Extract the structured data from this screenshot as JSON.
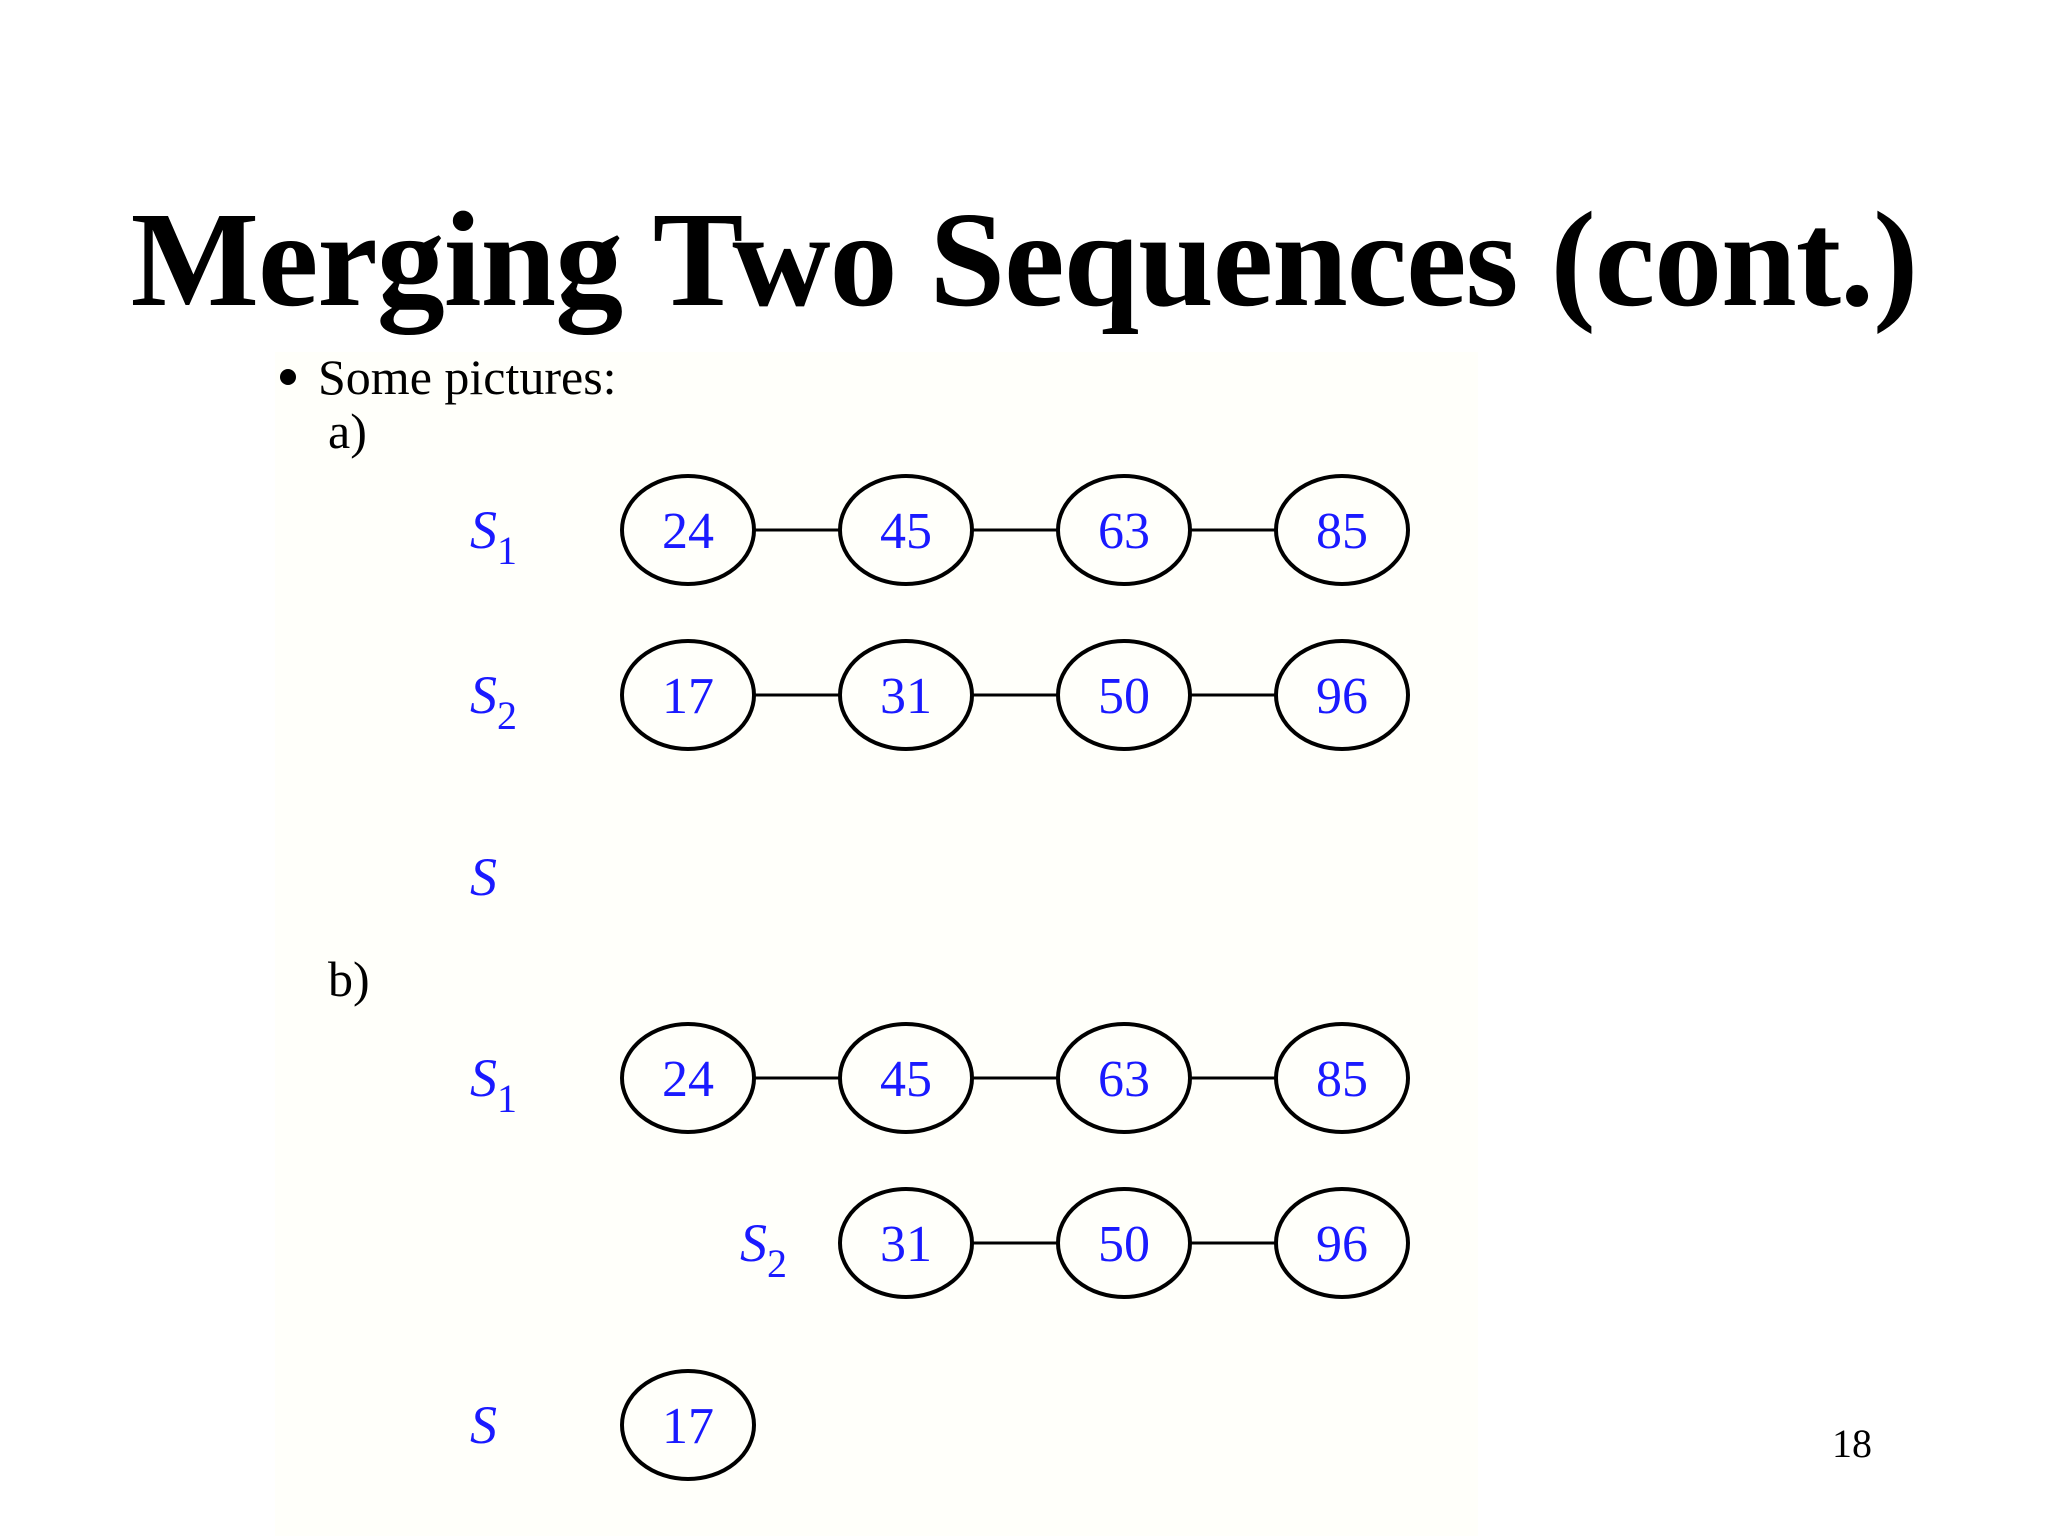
{
  "title": "Merging Two Sequences (cont.)",
  "bullet": "Some pictures:",
  "parts": [
    {
      "label": "a)",
      "rows": [
        {
          "name": "S",
          "sub": "1",
          "values": [
            "24",
            "45",
            "63",
            "85"
          ],
          "start_col": 0
        },
        {
          "name": "S",
          "sub": "2",
          "values": [
            "17",
            "31",
            "50",
            "96"
          ],
          "start_col": 0
        },
        {
          "name": "S",
          "sub": "",
          "values": [],
          "start_col": 0
        }
      ]
    },
    {
      "label": "b)",
      "rows": [
        {
          "name": "S",
          "sub": "1",
          "values": [
            "24",
            "45",
            "63",
            "85"
          ],
          "start_col": 0
        },
        {
          "name": "S",
          "sub": "2",
          "values": [
            "31",
            "50",
            "96"
          ],
          "start_col": 1
        },
        {
          "name": "S",
          "sub": "",
          "values": [
            "17"
          ],
          "start_col": 0
        }
      ]
    }
  ],
  "page_number": "18",
  "colors": {
    "node_text": "#1a1aff",
    "panel_background": "#fffffa",
    "outline": "#000000"
  }
}
